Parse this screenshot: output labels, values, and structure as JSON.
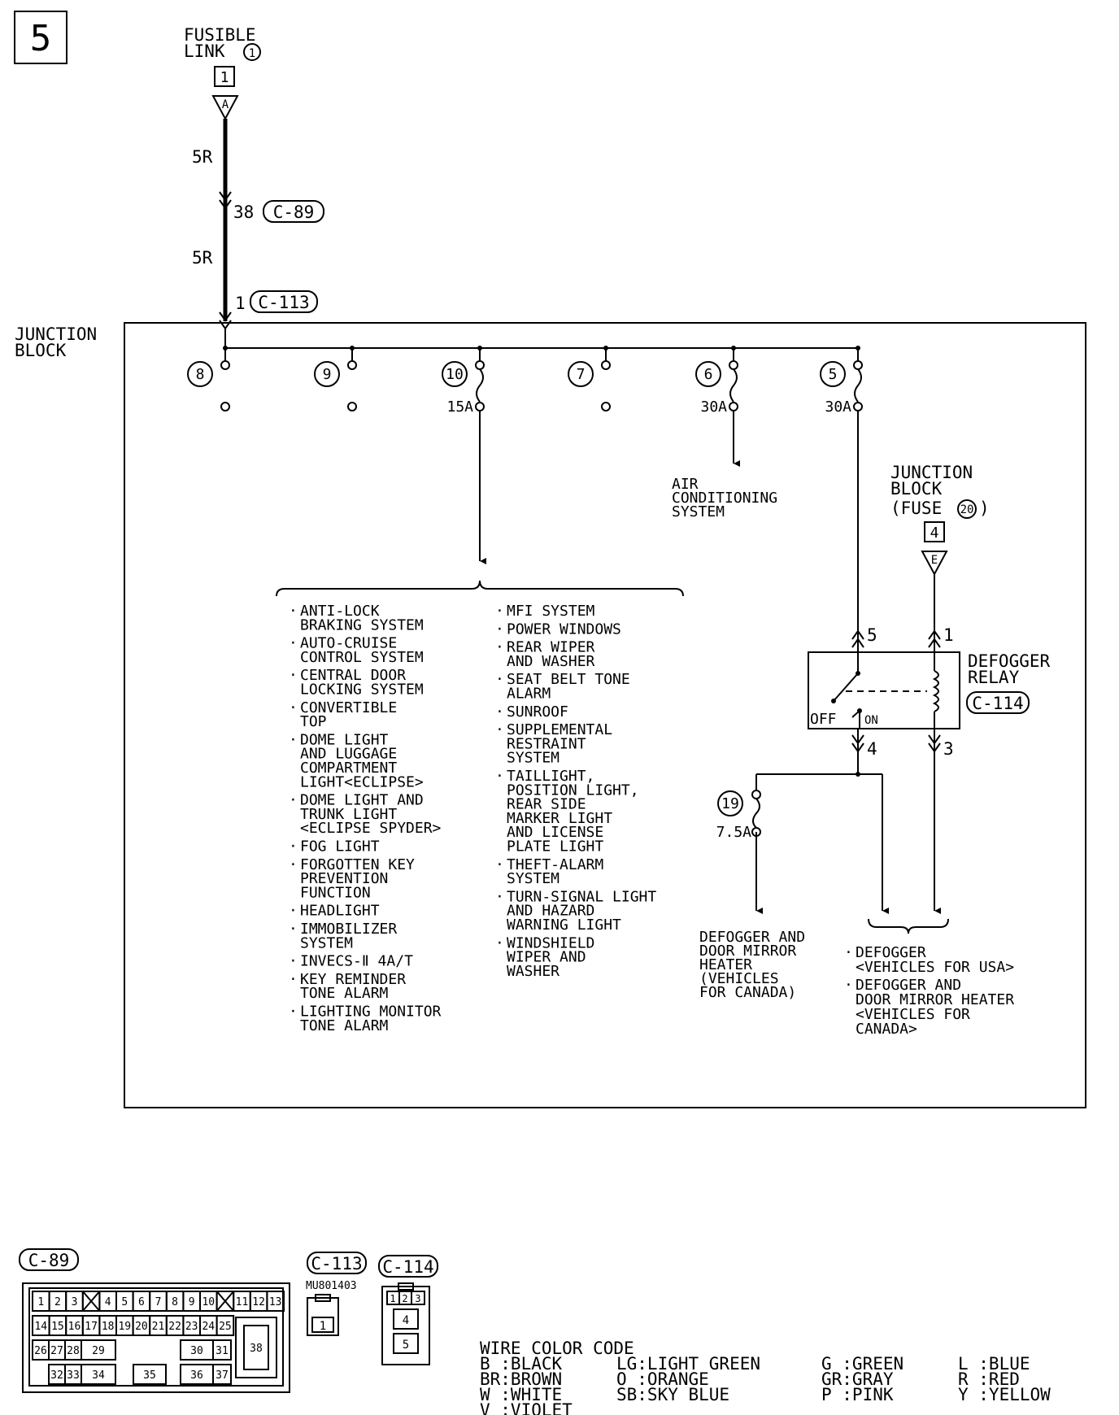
{
  "page_number": "5",
  "fusible_link": {
    "line1": "FUSIBLE",
    "line2": "LINK",
    "num": "1",
    "tag": "1",
    "connector": "A"
  },
  "wire_labels": {
    "upper": "5R",
    "lower": "5R",
    "c89_pin": "38",
    "c113_pin": "1"
  },
  "connectors": {
    "c89": "C-89",
    "c113": "C-113",
    "c114": "C-114",
    "c113_part": "MU801403"
  },
  "junction_block": {
    "line1": "JUNCTION",
    "line2": "BLOCK"
  },
  "fuses": [
    {
      "num": "8",
      "rating": ""
    },
    {
      "num": "9",
      "rating": ""
    },
    {
      "num": "10",
      "rating": "15A"
    },
    {
      "num": "7",
      "rating": ""
    },
    {
      "num": "6",
      "rating": "30A"
    },
    {
      "num": "5",
      "rating": "30A"
    },
    {
      "num": "19",
      "rating": "7.5A"
    }
  ],
  "ac_system": [
    "AIR",
    "CONDITIONING",
    "SYSTEM"
  ],
  "jb_fuse20": {
    "line1": "JUNCTION",
    "line2": "BLOCK",
    "line3": "(FUSE",
    "num": "20",
    "close": ")",
    "tag": "4",
    "connector": "E"
  },
  "relay": {
    "label1": "DEFOGGER",
    "label2": "RELAY",
    "off": "OFF",
    "on": "ON",
    "pins": [
      "5",
      "1",
      "4",
      "3"
    ]
  },
  "systems_col1": [
    [
      "ANTI-LOCK",
      "BRAKING SYSTEM"
    ],
    [
      "AUTO-CRUISE",
      "CONTROL SYSTEM"
    ],
    [
      "CENTRAL DOOR",
      "LOCKING SYSTEM"
    ],
    [
      "CONVERTIBLE",
      "TOP"
    ],
    [
      "DOME LIGHT",
      "AND LUGGAGE",
      "COMPARTMENT",
      "LIGHT<ECLIPSE>"
    ],
    [
      "DOME LIGHT AND",
      "TRUNK LIGHT",
      "<ECLIPSE SPYDER>"
    ],
    [
      "FOG LIGHT"
    ],
    [
      "FORGOTTEN KEY",
      "PREVENTION",
      "FUNCTION"
    ],
    [
      "HEADLIGHT"
    ],
    [
      "IMMOBILIZER",
      "SYSTEM"
    ],
    [
      "INVECS-Ⅱ 4A/T"
    ],
    [
      "KEY REMINDER",
      "TONE ALARM"
    ],
    [
      "LIGHTING MONITOR",
      "TONE ALARM"
    ]
  ],
  "systems_col2": [
    [
      "MFI SYSTEM"
    ],
    [
      "POWER WINDOWS"
    ],
    [
      "REAR WIPER",
      "AND WASHER"
    ],
    [
      "SEAT BELT TONE",
      "ALARM"
    ],
    [
      "SUNROOF"
    ],
    [
      "SUPPLEMENTAL",
      "RESTRAINT",
      "SYSTEM"
    ],
    [
      "TAILLIGHT,",
      "POSITION LIGHT,",
      "REAR SIDE",
      "MARKER LIGHT",
      "AND LICENSE",
      "PLATE LIGHT"
    ],
    [
      "THEFT-ALARM",
      "SYSTEM"
    ],
    [
      "TURN-SIGNAL LIGHT",
      "AND HAZARD",
      "WARNING LIGHT"
    ],
    [
      "WINDSHIELD",
      "WIPER AND",
      "WASHER"
    ]
  ],
  "defogger_canada": [
    "DEFOGGER AND",
    "DOOR MIRROR",
    "HEATER",
    "(VEHICLES",
    " FOR CANADA)"
  ],
  "defogger_list": [
    [
      "DEFOGGER",
      "<VEHICLES FOR USA>"
    ],
    [
      "DEFOGGER AND",
      "DOOR MIRROR HEATER",
      "<VEHICLES FOR",
      " CANADA>"
    ]
  ],
  "c89_pins": {
    "row1": [
      "1",
      "2",
      "3",
      "",
      "4",
      "5",
      "6",
      "7",
      "8",
      "9",
      "10",
      "",
      "11",
      "12",
      "13"
    ],
    "row2": [
      "14",
      "15",
      "16",
      "17",
      "18",
      "19",
      "20",
      "21",
      "22",
      "23",
      "24",
      "25"
    ],
    "row3": [
      "26",
      "27",
      "28",
      "29",
      "30",
      "31"
    ],
    "row4": [
      "32",
      "33",
      "34",
      "35",
      "36",
      "37"
    ],
    "big": "38"
  },
  "c113_pins": [
    "1"
  ],
  "c114_pins": [
    "1",
    "2",
    "3",
    "4",
    "5"
  ],
  "wire_color_code": {
    "title": "WIRE COLOR CODE",
    "col1": [
      "B :BLACK",
      "BR:BROWN",
      "W :WHITE",
      "V :VIOLET"
    ],
    "col2": [
      "LG:LIGHT GREEN",
      "O :ORANGE",
      "SB:SKY BLUE"
    ],
    "col3": [
      "G :GREEN",
      "GR:GRAY",
      "P :PINK"
    ],
    "col4": [
      "L :BLUE",
      "R :RED",
      "Y :YELLOW"
    ]
  }
}
